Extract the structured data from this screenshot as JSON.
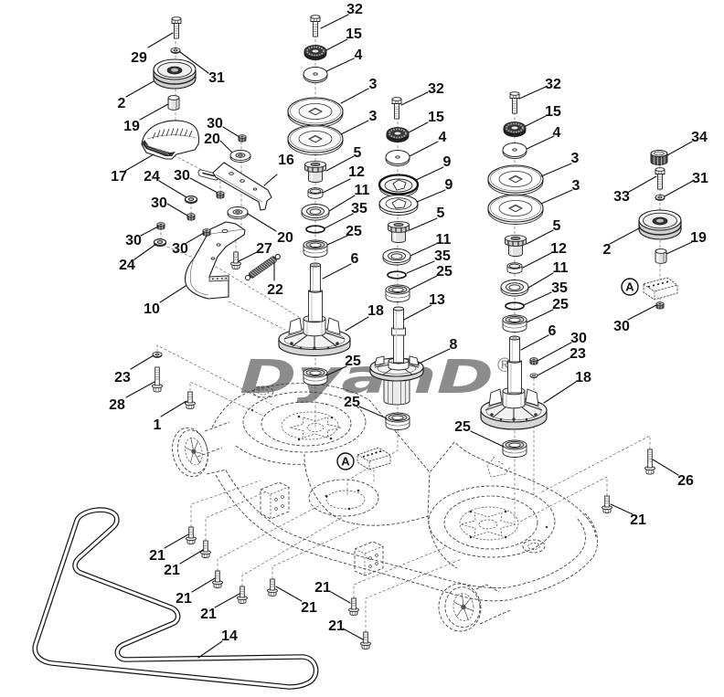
{
  "diagram": {
    "watermark": {
      "text": "DyanD",
      "registered_mark": "®"
    },
    "detail_markers": {
      "deck": "A",
      "idler": "A"
    },
    "callouts": {
      "left_idler": [
        "29",
        "31",
        "2",
        "19",
        "30",
        "20",
        "17",
        "24",
        "30",
        "16",
        "30",
        "20",
        "30",
        "30",
        "24",
        "27",
        "22",
        "10"
      ],
      "left_spindle": [
        "32",
        "15",
        "4",
        "3",
        "3",
        "5",
        "12",
        "11",
        "35",
        "25",
        "6",
        "18",
        "25"
      ],
      "center_spindle": [
        "32",
        "15",
        "4",
        "9",
        "9",
        "5",
        "11",
        "35",
        "25",
        "13",
        "8",
        "25"
      ],
      "right_spindle": [
        "32",
        "15",
        "4",
        "3",
        "3",
        "5",
        "12",
        "11",
        "35",
        "25",
        "6",
        "30",
        "23",
        "18",
        "25"
      ],
      "right_idler": [
        "34",
        "31",
        "33",
        "2",
        "19",
        "30"
      ],
      "deck_hardware": [
        "23",
        "28",
        "1",
        "26",
        "21",
        "21",
        "21",
        "21",
        "21",
        "21",
        "21",
        "21"
      ],
      "belt": [
        "14"
      ]
    }
  },
  "colors": {
    "ink": "#111111",
    "watermark": "#8c8c8c",
    "background": "#ffffff"
  }
}
